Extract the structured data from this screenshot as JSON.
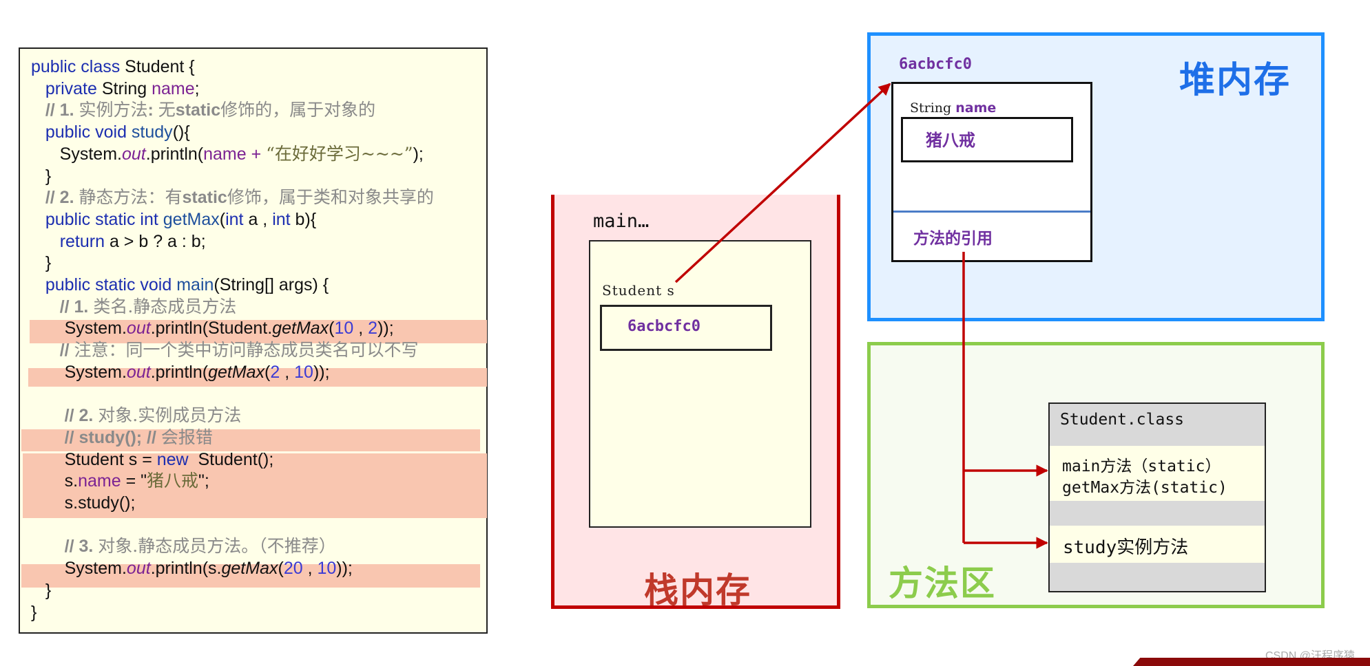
{
  "code": [
    [
      {
        "t": "public class ",
        "c": "kw"
      },
      {
        "t": "Student {"
      }
    ],
    [
      {
        "t": "   "
      },
      {
        "t": "private ",
        "c": "kw"
      },
      {
        "t": "String "
      },
      {
        "t": "name",
        "c": "fld"
      },
      {
        "t": ";"
      }
    ],
    [
      {
        "t": "   "
      },
      {
        "t": "// 1. ",
        "c": "cm"
      },
      {
        "t": "实例方法",
        "c": "cmz"
      },
      {
        "t": ": ",
        "c": "cm"
      },
      {
        "t": "无",
        "c": "cmz"
      },
      {
        "t": "static",
        "c": "cmb"
      },
      {
        "t": "修饰的，属于对象的",
        "c": "cmz"
      }
    ],
    [
      {
        "t": "   "
      },
      {
        "t": "public void ",
        "c": "kw"
      },
      {
        "t": "study",
        "c": "fn"
      },
      {
        "t": "(){"
      }
    ],
    [
      {
        "t": "      System."
      },
      {
        "t": "out",
        "c": "itf"
      },
      {
        "t": ".println("
      },
      {
        "t": "name + ",
        "c": "fld"
      },
      {
        "t": "“在好好学习~~~”",
        "c": "str"
      },
      {
        "t": ");"
      }
    ],
    [
      {
        "t": "   }"
      }
    ],
    [
      {
        "t": "   "
      },
      {
        "t": "// 2. ",
        "c": "cm"
      },
      {
        "t": "静态方法：有",
        "c": "cmz"
      },
      {
        "t": "static",
        "c": "cmb"
      },
      {
        "t": "修饰，属于类和对象共享的",
        "c": "cmz"
      }
    ],
    [
      {
        "t": "   "
      },
      {
        "t": "public static int ",
        "c": "kw"
      },
      {
        "t": "getMax",
        "c": "fn"
      },
      {
        "t": "("
      },
      {
        "t": "int ",
        "c": "kw"
      },
      {
        "t": "a , "
      },
      {
        "t": "int ",
        "c": "kw"
      },
      {
        "t": "b){"
      }
    ],
    [
      {
        "t": "      "
      },
      {
        "t": "return ",
        "c": "kw"
      },
      {
        "t": "a > b ? a : b;"
      }
    ],
    [
      {
        "t": "   }"
      }
    ],
    [
      {
        "t": "   "
      },
      {
        "t": "public static void ",
        "c": "kw"
      },
      {
        "t": "main",
        "c": "fn"
      },
      {
        "t": "(String[] args) {"
      }
    ],
    [
      {
        "t": "      "
      },
      {
        "t": "// 1. ",
        "c": "cm"
      },
      {
        "t": "类名.静态成员方法",
        "c": "cmz"
      }
    ],
    [
      {
        "t": "       System."
      },
      {
        "t": "out",
        "c": "itf"
      },
      {
        "t": ".println(Student."
      },
      {
        "t": "getMax",
        "c": "it"
      },
      {
        "t": "("
      },
      {
        "t": "10",
        "c": "num"
      },
      {
        "t": " , "
      },
      {
        "t": "2",
        "c": "num"
      },
      {
        "t": "));"
      }
    ],
    [
      {
        "t": "      "
      },
      {
        "t": "// ",
        "c": "cm"
      },
      {
        "t": "注意：同一个类中访问静态成员类名可以不写",
        "c": "cmz"
      }
    ],
    [
      {
        "t": "       System."
      },
      {
        "t": "out",
        "c": "itf"
      },
      {
        "t": ".println("
      },
      {
        "t": "getMax",
        "c": "it"
      },
      {
        "t": "("
      },
      {
        "t": "2",
        "c": "num"
      },
      {
        "t": " , "
      },
      {
        "t": "10",
        "c": "num"
      },
      {
        "t": "));"
      }
    ],
    [
      {
        "t": " "
      }
    ],
    [
      {
        "t": "       "
      },
      {
        "t": "// 2. ",
        "c": "cm"
      },
      {
        "t": "对象.实例成员方法",
        "c": "cmz"
      }
    ],
    [
      {
        "t": "       "
      },
      {
        "t": "// study(); // ",
        "c": "cm"
      },
      {
        "t": "会报错",
        "c": "cmz"
      }
    ],
    [
      {
        "t": "       Student s = "
      },
      {
        "t": "new ",
        "c": "kw"
      },
      {
        "t": " Student();"
      }
    ],
    [
      {
        "t": "       s."
      },
      {
        "t": "name",
        "c": "fld"
      },
      {
        "t": " = \""
      },
      {
        "t": "猪八戒",
        "c": "str"
      },
      {
        "t": "\";"
      }
    ],
    [
      {
        "t": "       s.study();"
      }
    ],
    [
      {
        "t": " "
      }
    ],
    [
      {
        "t": "       "
      },
      {
        "t": "// 3. ",
        "c": "cm"
      },
      {
        "t": "对象.静态成员方法。（不推荐）",
        "c": "cmz"
      }
    ],
    [
      {
        "t": "       System."
      },
      {
        "t": "out",
        "c": "itf"
      },
      {
        "t": ".println(s."
      },
      {
        "t": "getMax",
        "c": "it"
      },
      {
        "t": "("
      },
      {
        "t": "20",
        "c": "num"
      },
      {
        "t": " , "
      },
      {
        "t": "10",
        "c": "num"
      },
      {
        "t": "));"
      }
    ],
    [
      {
        "t": "   }"
      }
    ],
    [
      {
        "t": "}"
      }
    ]
  ],
  "stack": {
    "title": "栈内存",
    "frame_label": "main…",
    "var_label": "Student s",
    "var_value": "6acbcfc0"
  },
  "heap": {
    "title": "堆内存",
    "address": "6acbcfc0",
    "field_type": "String ",
    "field_name": "name",
    "field_value": "猪八戒",
    "method_ref": "方法的引用"
  },
  "method_area": {
    "title": "方法区",
    "class_name": "Student.class",
    "static_methods": [
      "main方法（static）",
      "getMax方法(static)"
    ],
    "instance_methods": [
      "study实例方法"
    ]
  },
  "colors": {
    "stack_border": "#c00000",
    "heap_border": "#1e90ff",
    "method_area_border": "#8ccc4c",
    "arrow": "#c00000"
  },
  "watermark": "CSDN @汪程序猿"
}
